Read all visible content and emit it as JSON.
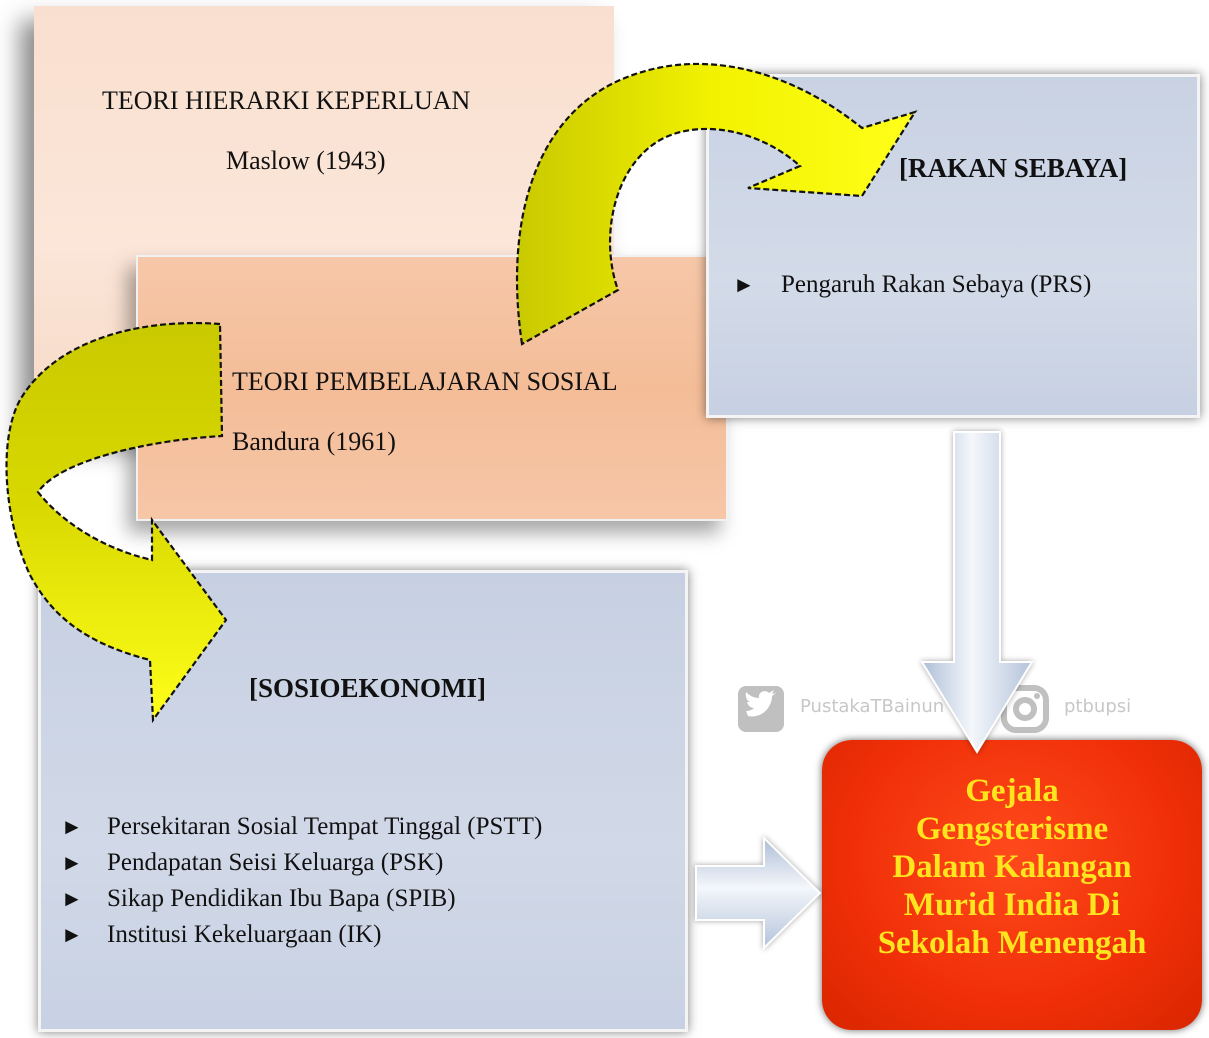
{
  "theory_maslow": {
    "title": "TEORI HIERARKI KEPERLUAN",
    "author": "Maslow (1943)"
  },
  "theory_bandura": {
    "title": "TEORI PEMBELAJARAN SOSIAL",
    "author": "Bandura (1961)"
  },
  "rakan_sebaya": {
    "heading": "[RAKAN SEBAYA]",
    "items": [
      {
        "marker": "►",
        "label": "Pengaruh Rakan Sebaya (PRS)"
      }
    ]
  },
  "sosioekonomi": {
    "heading": "[SOSIOEKONOMI]",
    "items": [
      {
        "marker": "►",
        "label": "Persekitaran Sosial Tempat Tinggal (PSTT)"
      },
      {
        "marker": "►",
        "label": "Pendapatan Seisi Keluarga (PSK)"
      },
      {
        "marker": "►",
        "label": "Sikap Pendidikan Ibu Bapa (SPIB)"
      },
      {
        "marker": "►",
        "label": "Institusi Kekeluargaan (IK)"
      }
    ]
  },
  "outcome": {
    "title": "Gejala\nGengsterisme\nDalam Kalangan\nMurid India Di\nSekolah Menengah"
  },
  "watermark": {
    "twitter_handle": "PustakaTBainun",
    "instagram_handle": "ptbupsi"
  },
  "colors": {
    "theory_box": "#f9dfcf",
    "theory_box_2": "#f4bd98",
    "factor_box": "#cdd5e6",
    "outcome_box": "#f02f08",
    "outcome_text": "#ffe51e",
    "curved_arrow_fill_light": "#ffff00",
    "curved_arrow_fill_dark": "#c9c900"
  },
  "icons": {
    "twitter": "twitter-icon",
    "instagram": "instagram-icon"
  }
}
